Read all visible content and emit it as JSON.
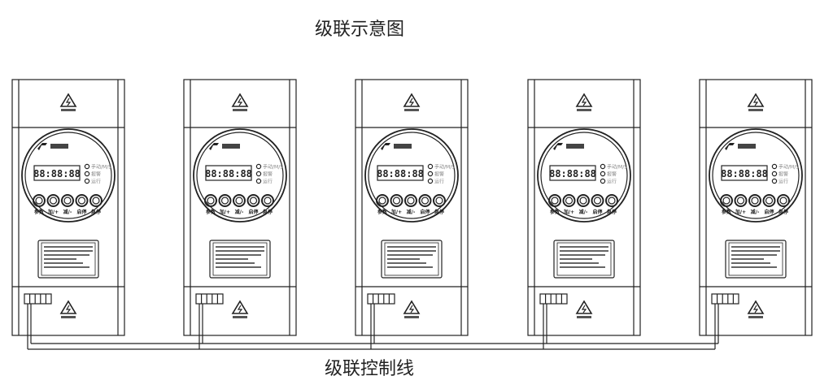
{
  "title": "级联示意图",
  "wire_label": "级联控制线",
  "device": {
    "display": "88:88:88",
    "indicators": [
      "手动/M/S",
      "报警",
      "运行"
    ],
    "buttons": [
      "参数",
      "加/+",
      "减/-",
      "启停",
      "急停"
    ]
  },
  "device_count": 5
}
